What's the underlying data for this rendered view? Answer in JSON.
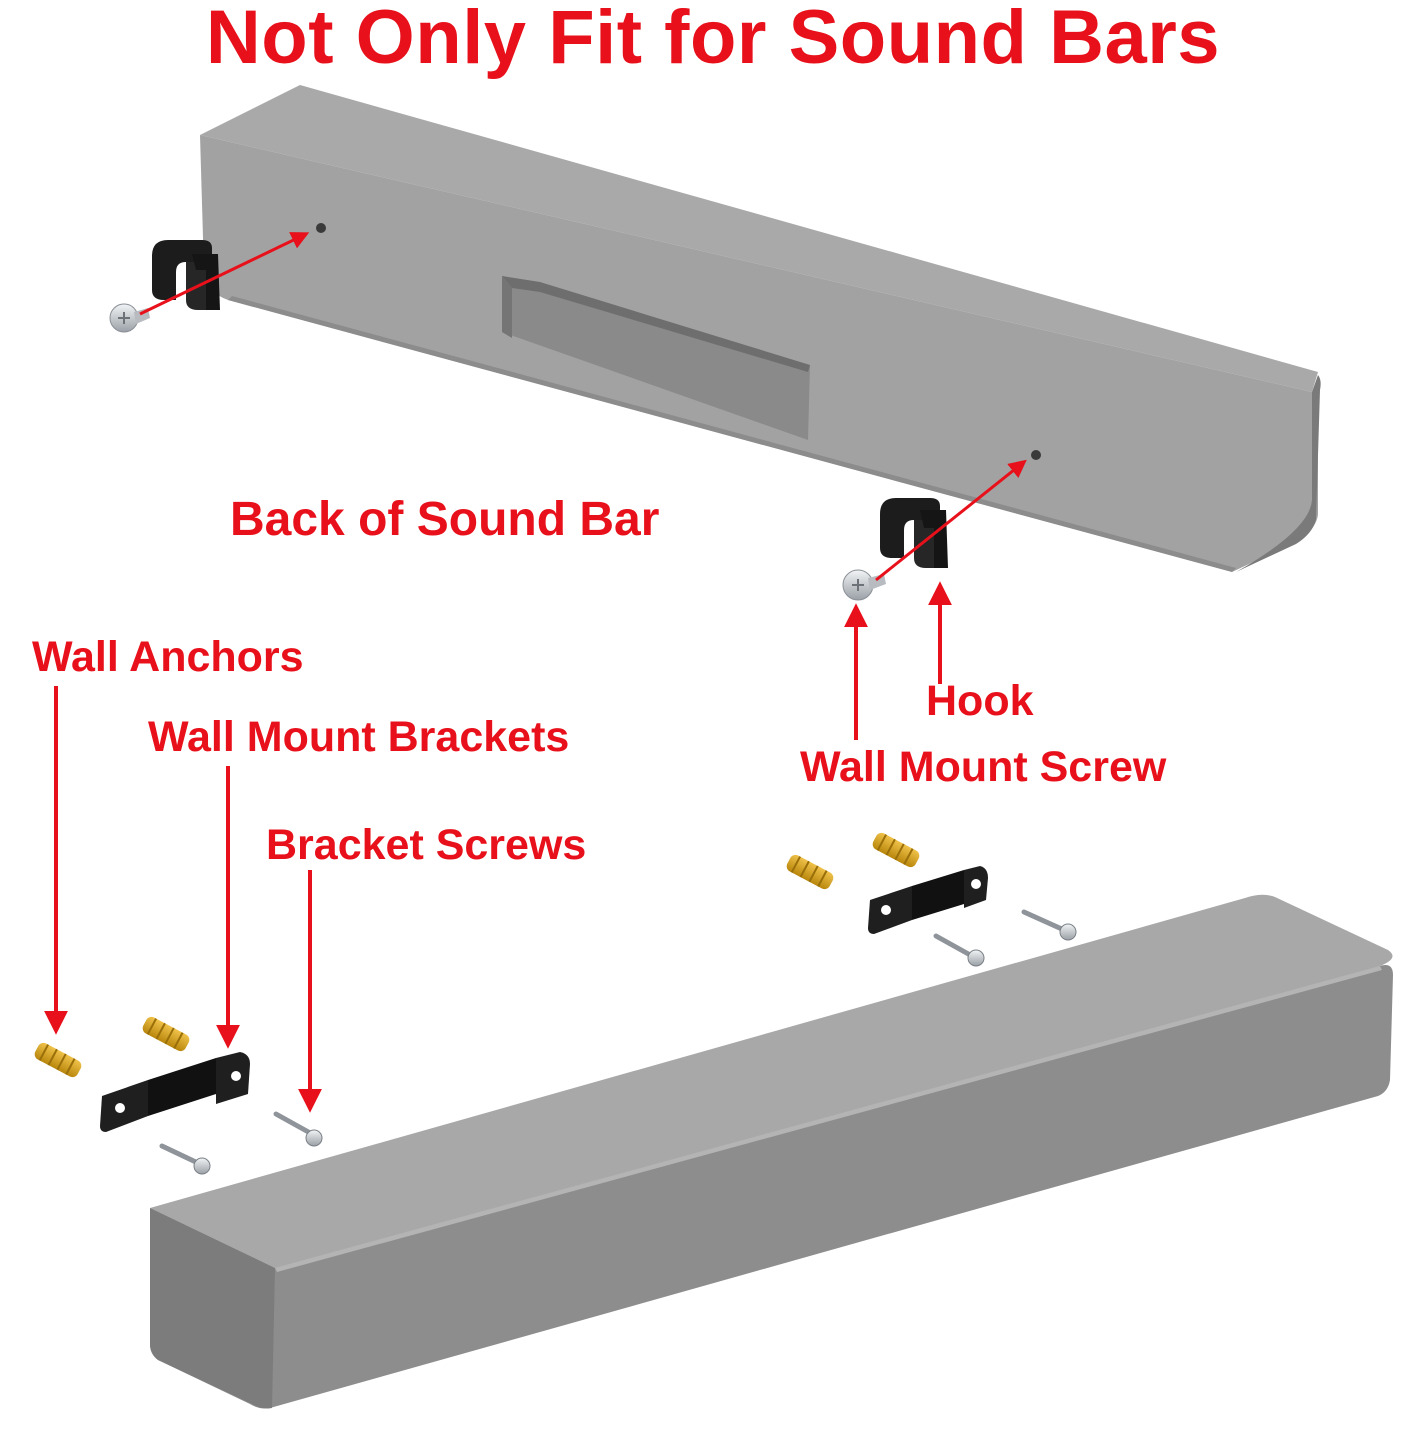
{
  "title": "Not Only Fit for Sound Bars",
  "labels": {
    "back_of_sound_bar": "Back of Sound Bar",
    "wall_anchors": "Wall Anchors",
    "wall_mount_brackets": "Wall Mount Brackets",
    "bracket_screws": "Bracket Screws",
    "hook": "Hook",
    "wall_mount_screw": "Wall Mount Screw"
  },
  "colors": {
    "label_red": "#e8101a",
    "bar_top": "#a7a7a7",
    "bar_front": "#8a8a8a",
    "bar_end": "#6f6f6f",
    "bracket_black": "#1c1c1c",
    "anchor_gold": "#d9a520",
    "screw_silver": "#cfd3d6"
  }
}
